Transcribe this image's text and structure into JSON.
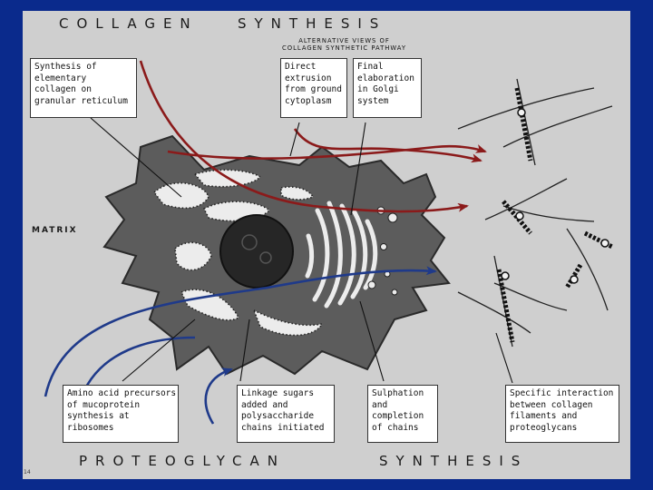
{
  "titles": {
    "top_word1": "COLLAGEN",
    "top_word2": "SYNTHESIS",
    "bottom_word1": "PROTEOGLYCAN",
    "bottom_word2": "SYNTHESIS"
  },
  "alternative_views": [
    "ALTERNATIVE VIEWS OF",
    "COLLAGEN SYNTHETIC PATHWAY"
  ],
  "matrix_label": "MATRIX",
  "corner_number": "14",
  "labels": {
    "synthesis_elementary": [
      "Synthesis of",
      "elementary",
      "collagen on",
      "granular reticulum"
    ],
    "direct_extrusion": [
      "Direct",
      "extrusion",
      "from ground",
      "cytoplasm"
    ],
    "final_elaboration": [
      "Final",
      "elaboration",
      "in Golgi",
      "system"
    ],
    "amino_acid": [
      "Amino acid precursors",
      "of mucoprotein",
      "synthesis at",
      "ribosomes"
    ],
    "linkage_sugars": [
      "Linkage sugars",
      "added and",
      "polysaccharide",
      "chains initiated"
    ],
    "sulphation": [
      "Sulphation",
      "and",
      "completion",
      "of chains"
    ],
    "specific_interaction": [
      "Specific interaction",
      "between collagen",
      "filaments and",
      "proteoglycans"
    ]
  },
  "colors": {
    "background": "#0a2a8c",
    "panel": "#cfcfcf",
    "cell": "#5c5c5c",
    "nucleus": "#262626",
    "collagen_arrow": "#8b1a1a",
    "proteoglycan_arrow": "#1f3a8a"
  }
}
